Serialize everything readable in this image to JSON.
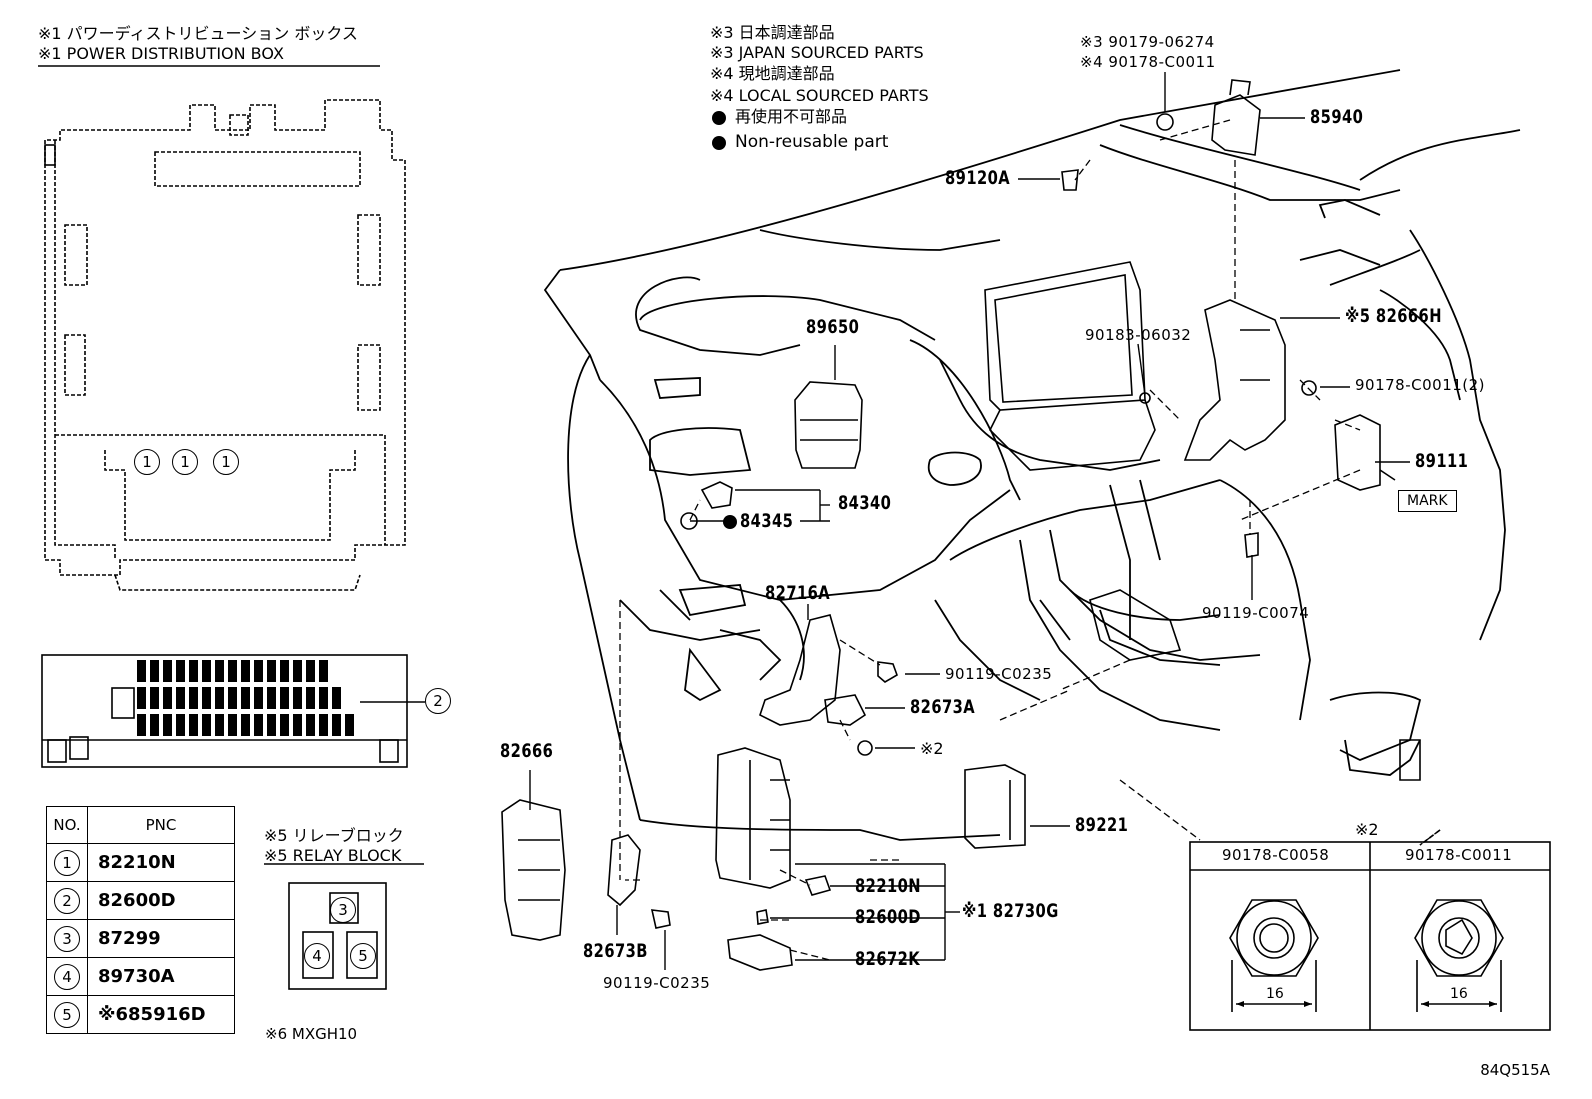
{
  "notes": {
    "pdb_jp": "※1  パワーディストリビューション ボックス",
    "pdb_en": "※1  POWER DISTRIBUTION BOX",
    "note3_jp": "※3 日本調達部品",
    "note3_en": "※3 JAPAN SOURCED PARTS",
    "note4_jp": "※4 現地調達部品",
    "note4_en": "※4 LOCAL SOURCED PARTS",
    "nonreuse_jp": "再使用不可部品",
    "nonreuse_en": "Non-reusable part",
    "relay_jp": "※5 リレーブロック",
    "relay_en": "※5 RELAY BLOCK",
    "note6": "※6 MXGH10",
    "ref_code": "84Q515A"
  },
  "pnc_table": {
    "col_no": "NO.",
    "col_pnc": "PNC",
    "rows": [
      {
        "no": "1",
        "pnc": "82210N"
      },
      {
        "no": "2",
        "pnc": "82600D"
      },
      {
        "no": "3",
        "pnc": "87299"
      },
      {
        "no": "4",
        "pnc": "89730A"
      },
      {
        "no": "5",
        "pnc": "※685916D"
      }
    ]
  },
  "pdb_circles": [
    "1",
    "1",
    "1",
    "2"
  ],
  "relay_circles": [
    "3",
    "4",
    "5"
  ],
  "parts": {
    "p85940": "85940",
    "p89120A": "89120A",
    "p90179": "※3 90179-06274",
    "p90178a": "※4 90178-C0011",
    "p89650": "89650",
    "p90183": "90183-06032",
    "p82666H": "※5 82666H",
    "p90178b": "90178-C0011(2)",
    "p89111": "89111",
    "mark": "MARK",
    "p84340": "84340",
    "p84345": "84345",
    "p82716A": "82716A",
    "p90119a": "90119-C0235",
    "p82673A": "82673A",
    "p_note2": "※2",
    "p90119b": "90119-C0074",
    "p82666": "82666",
    "p89221": "89221",
    "p82210N": "82210N",
    "p82600D": "82600D",
    "p82672K": "82672K",
    "p82730G": "※1 82730G",
    "p82673B": "82673B",
    "p90119c": "90119-C0235"
  },
  "nuts": {
    "note": "※2",
    "left_pn": "90178-C0058",
    "right_pn": "90178-C0011",
    "left_dim": "16",
    "right_dim": "16"
  }
}
